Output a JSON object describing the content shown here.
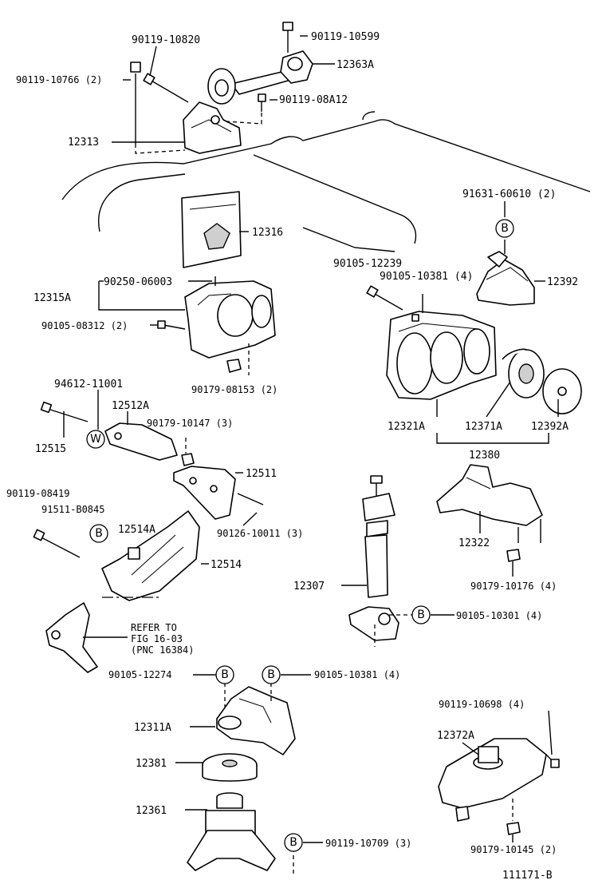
{
  "figure_code": "111171-B",
  "markers": {
    "b": "B",
    "w": "W"
  },
  "labels": {
    "p90119_10599": "90119-10599",
    "p90119_10820": "90119-10820",
    "p12363A": "12363A",
    "p90119_10766": "90119-10766 (2)",
    "p90119_08A12": "90119-08A12",
    "p12313": "12313",
    "p12316": "12316",
    "p91631_60610": "91631-60610 (2)",
    "p90105_12239": "90105-12239",
    "p90105_10381a": "90105-10381 (4)",
    "p12392": "12392",
    "p90250_06003": "90250-06003",
    "p12315A": "12315A",
    "p90105_08312": "90105-08312 (2)",
    "p90179_08153": "90179-08153 (2)",
    "p94612_11001": "94612-11001",
    "p12512A": "12512A",
    "p90179_10147": "90179-10147 (3)",
    "p12515": "12515",
    "p12321A": "12321A",
    "p12371A": "12371A",
    "p12392A": "12392A",
    "p12380": "12380",
    "p12511": "12511",
    "p90119_08419": "90119-08419",
    "p91511_B0845": "91511-B0845",
    "p12514A": "12514A",
    "p90126_10011": "90126-10011 (3)",
    "p12514": "12514",
    "p12322": "12322",
    "p90179_10176": "90179-10176 (4)",
    "p12307": "12307",
    "p90105_10301": "90105-10301 (4)",
    "refer_line1": "REFER TO",
    "refer_line2": "FIG 16-03",
    "refer_line3": "(PNC 16384)",
    "p90105_12274": "90105-12274",
    "p90105_10381b": "90105-10381 (4)",
    "p12311A": "12311A",
    "p12381": "12381",
    "p12361": "12361",
    "p90119_10709": "90119-10709 (3)",
    "p90119_10698": "90119-10698 (4)",
    "p12372A": "12372A",
    "p90179_10145": "90179-10145 (2)"
  }
}
